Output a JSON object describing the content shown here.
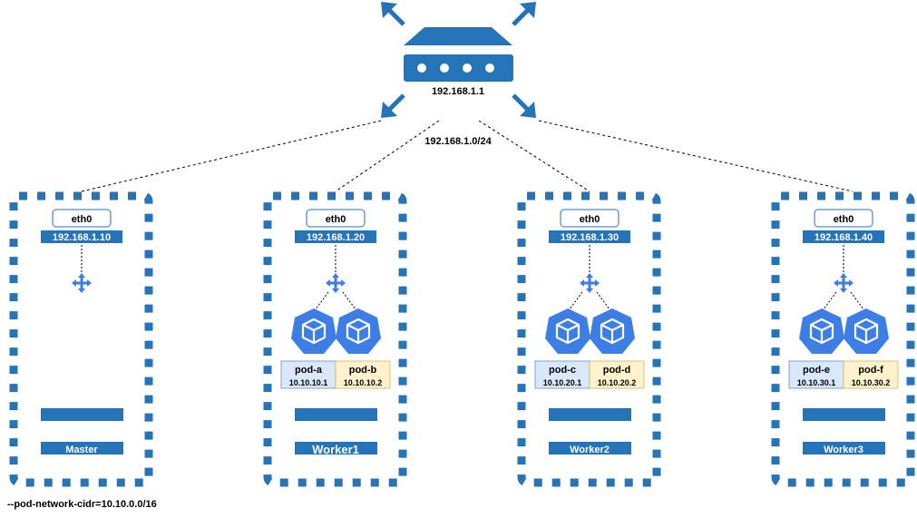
{
  "router": {
    "ip": "192.168.1.1",
    "subnet": "192.168.1.0/24"
  },
  "nodes": [
    {
      "name": "Master",
      "iface": "eth0",
      "ip": "192.168.1.10",
      "pods": []
    },
    {
      "name": "Worker1",
      "iface": "eth0",
      "ip": "192.168.1.20",
      "pods": [
        {
          "name": "pod-a",
          "ip": "10.10.10.1"
        },
        {
          "name": "pod-b",
          "ip": "10.10.10.2"
        }
      ]
    },
    {
      "name": "Worker2",
      "iface": "eth0",
      "ip": "192.168.1.30",
      "pods": [
        {
          "name": "pod-c",
          "ip": "10.10.20.1"
        },
        {
          "name": "pod-d",
          "ip": "10.10.20.2"
        }
      ]
    },
    {
      "name": "Worker3",
      "iface": "eth0",
      "ip": "192.168.1.40",
      "pods": [
        {
          "name": "pod-e",
          "ip": "10.10.30.1"
        },
        {
          "name": "pod-f",
          "ip": "10.10.30.2"
        }
      ]
    }
  ],
  "footnote": "--pod-network-cidr=10.10.0.0/16",
  "colors": {
    "accent": "#2573b8",
    "pod_blue": "#3d7ee6",
    "pod_label_left_bg": "#dae8fc",
    "pod_label_right_bg": "#fff2cc"
  }
}
